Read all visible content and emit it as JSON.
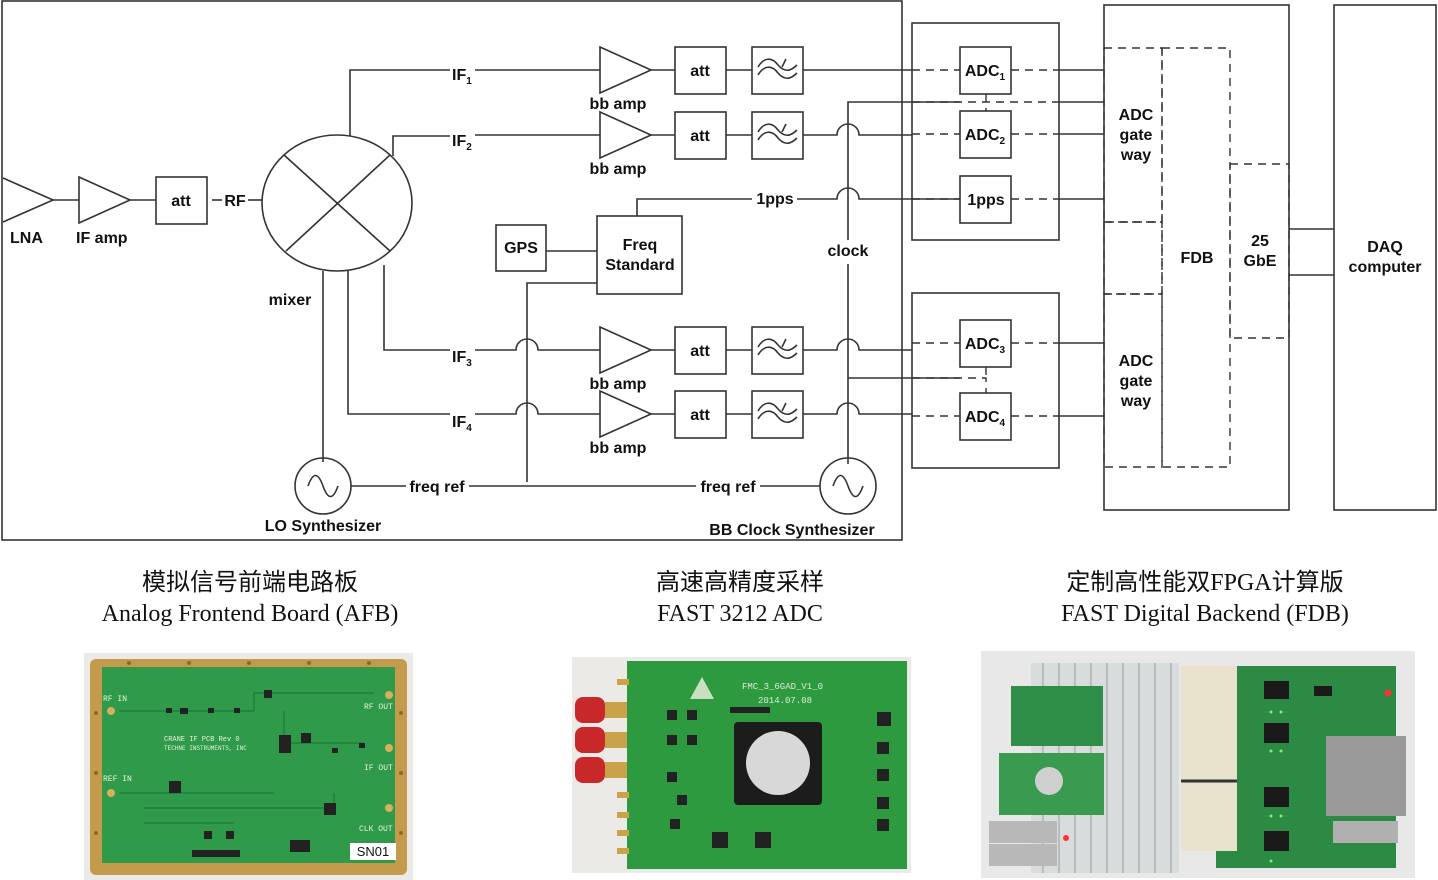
{
  "afb": {
    "lna": "LNA",
    "if_amp": "IF amp",
    "att": "att",
    "rf": "RF",
    "mixer": "mixer",
    "if_labels": [
      "IF",
      "IF",
      "IF",
      "IF"
    ],
    "if_subs": [
      "1",
      "2",
      "3",
      "4"
    ],
    "bb_amp": "bb amp",
    "gps": "GPS",
    "freq_standard": [
      "Freq",
      "Standard"
    ],
    "pps": "1pps",
    "clock": "clock",
    "freq_ref": "freq ref",
    "lo_synth": "LO Synthesizer",
    "bb_clock_synth": "BB Clock Synthesizer"
  },
  "adc": {
    "adc_label": "ADC",
    "subs": [
      "1",
      "2",
      "3",
      "4"
    ],
    "pps": "1pps"
  },
  "fdb": {
    "gateway": [
      "ADC",
      "gate",
      "way"
    ],
    "fdb": "FDB",
    "gbe": [
      "25",
      "GbE"
    ]
  },
  "daq": [
    "DAQ",
    "computer"
  ],
  "captions": [
    {
      "zh": "模拟信号前端电路板",
      "en": "Analog Frontend Board (AFB)"
    },
    {
      "zh": "高速高精度采样",
      "en": "FAST 3212 ADC"
    },
    {
      "zh": "定制高性能双FPGA计算版",
      "en": "FAST Digital Backend (FDB)"
    }
  ],
  "photos": {
    "afb": {
      "labels": [
        "RF IN",
        "RF OUT",
        "IF OUT",
        "REF IN",
        "CLK OUT",
        "SN01"
      ],
      "silkscreen": [
        "CRANE IF PCB Rev 0",
        "TECHNE INSTRUMENTS, INC"
      ]
    },
    "adc": {
      "silkscreen": [
        "FMC_3_6GAD_V1_0",
        "2014.07.08"
      ]
    }
  },
  "colors": {
    "line": "#333333",
    "pcb_green": "#2f9a4a",
    "gold": "#c9a24a",
    "sma_red": "#c8282a"
  }
}
